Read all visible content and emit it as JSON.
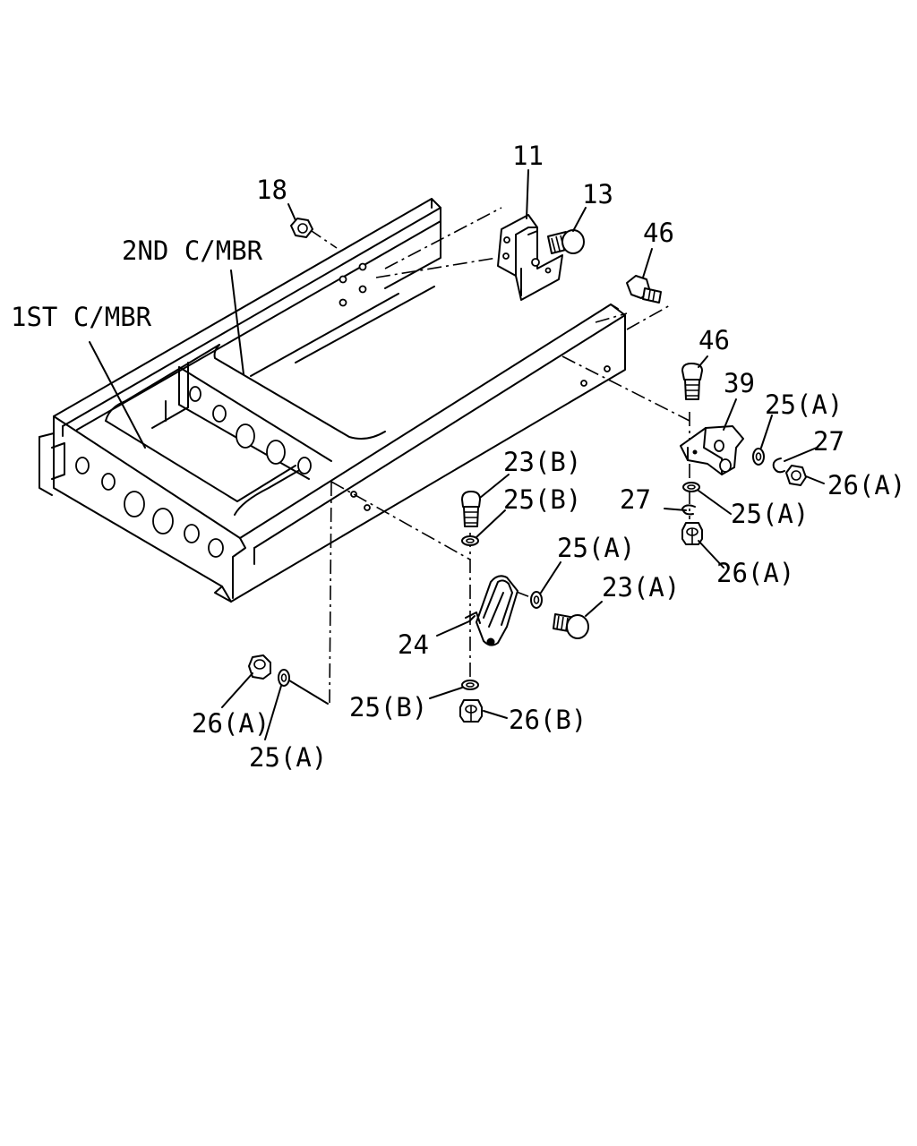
{
  "labels": {
    "p11": "11",
    "p13": "13",
    "p18": "18",
    "p46a": "46",
    "p46b": "46",
    "p39": "39",
    "p25a_1": "25(A)",
    "p27_1": "27",
    "p26a_1": "26(A)",
    "p27_2": "27",
    "p25a_2": "25(A)",
    "p26a_2": "26(A)",
    "p23b": "23(B)",
    "p25b_1": "25(B)",
    "p25a_3": "25(A)",
    "p23a": "23(A)",
    "p24": "24",
    "p25b_2": "25(B)",
    "p26b": "26(B)",
    "p26a_3": "26(A)",
    "p25a_4": "25(A)",
    "mbr2": "2ND C/MBR",
    "mbr1": "1ST C/MBR"
  },
  "icons": {
    "hex_nut": "hex-nut-icon",
    "bolt": "bolt-icon",
    "washer": "washer-icon",
    "snap_ring": "snap-ring-icon",
    "bracket": "bracket-icon",
    "valve": "leveling-valve-icon"
  }
}
